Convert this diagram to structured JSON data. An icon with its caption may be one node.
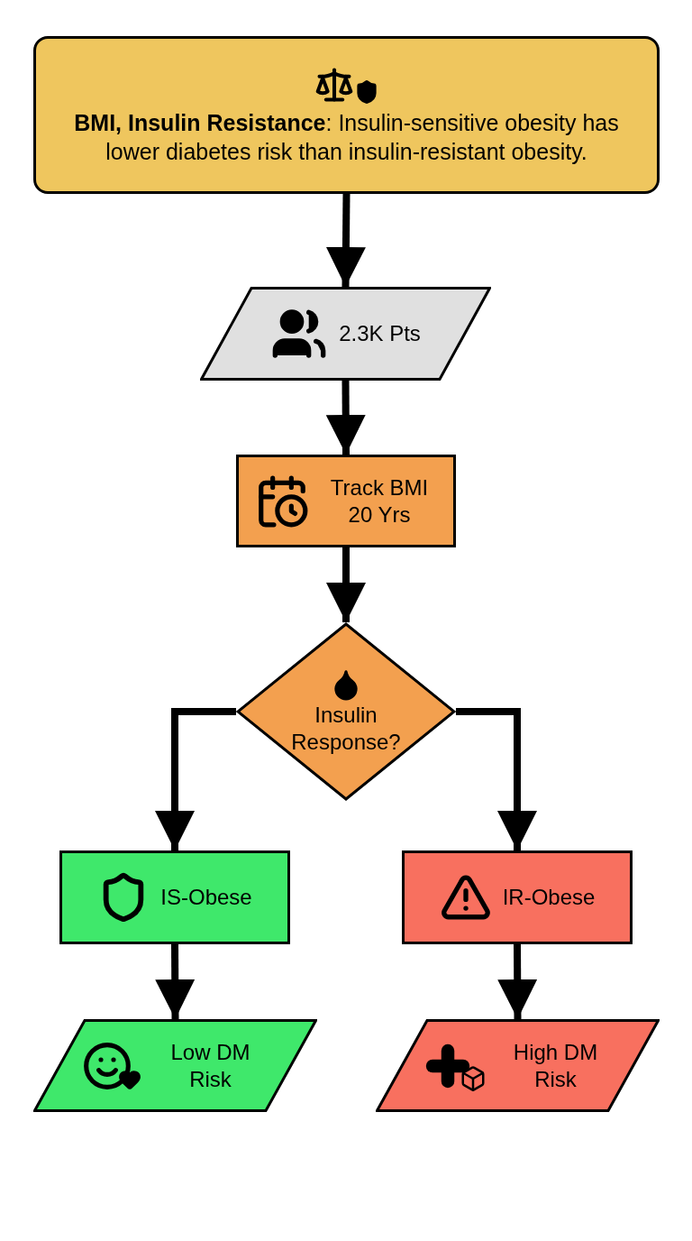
{
  "diagram": {
    "nodes": [
      {
        "text": [
          "**BMI, Insulin Resistance**: Insulin-sensitive obesity has lower diabetes risk than insulin-resistant obesity."
        ]
      },
      {
        "text": [
          "2.3K Pts"
        ]
      },
      {
        "text": [
          "Track BMI 20 Yrs"
        ]
      },
      {
        "text": [
          "Insulin Response?"
        ]
      },
      {
        "text": [
          "IS-Obese"
        ]
      },
      {
        "text": [
          "IR-Obese"
        ]
      },
      {
        "text": [
          "Low DM Risk"
        ]
      },
      {
        "text": [
          "High DM Risk"
        ]
      }
    ],
    "edges": [
      {
        "from": 0,
        "to": 1,
        "arrow": "to"
      },
      {
        "from": 1,
        "to": 2,
        "arrow": "to"
      },
      {
        "from": 2,
        "to": 3,
        "arrow": "to"
      },
      {
        "from": 3,
        "to": 4,
        "arrow": "to"
      },
      {
        "from": 3,
        "to": 5,
        "arrow": "to"
      },
      {
        "from": 4,
        "to": 6,
        "arrow": "to"
      },
      {
        "from": 5,
        "to": 7,
        "arrow": "to"
      }
    ]
  }
}
